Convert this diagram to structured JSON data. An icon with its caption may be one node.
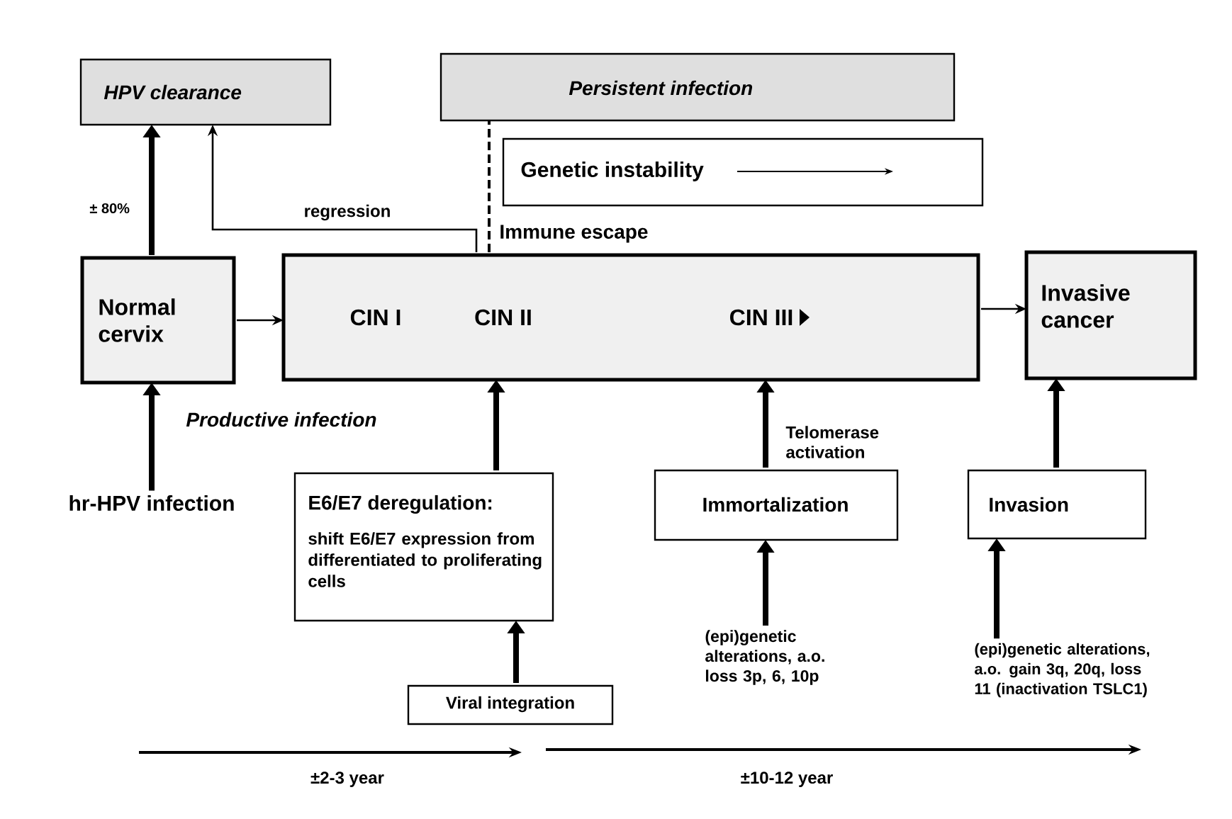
{
  "diagram": {
    "nodes": [
      {
        "text": [
          "HPV clearance"
        ]
      },
      {
        "text": [
          "Persistent infection"
        ]
      },
      {
        "text": [
          "Genetic instability"
        ]
      },
      {
        "text": [
          "Normal cervix"
        ]
      },
      {
        "text": [
          "CIN I",
          "CIN II",
          "CIN III"
        ]
      },
      {
        "text": [
          "Invasive cancer"
        ]
      },
      {
        "text": [
          "hr-HPV infection"
        ]
      },
      {
        "text": [
          "E6/E7 deregulation:",
          "shift E6/E7 expression from differentiated to proliferating cells"
        ]
      },
      {
        "text": [
          "Immortalization"
        ]
      },
      {
        "text": [
          "Invasion"
        ]
      },
      {
        "text": [
          "Viral integration"
        ]
      },
      {
        "text": [
          "(epi)genetic alterations, a.o. loss 3p, 6, 10p"
        ]
      },
      {
        "text": [
          "(epi)genetic alterations, a.o. gain 3q, 20q, loss 11 (inactivation TSLC1)"
        ]
      }
    ],
    "edges": [
      {
        "from": 3,
        "to": 0,
        "arrow": "to",
        "label": "± 80%"
      },
      {
        "from": 4,
        "to": 0,
        "arrow": "to",
        "label": "regression"
      },
      {
        "from": 4,
        "to": 1,
        "arrow": "none",
        "label": "Immune escape",
        "style": "dashed"
      },
      {
        "from": 3,
        "to": 4,
        "arrow": "to"
      },
      {
        "from": 4,
        "to": 5,
        "arrow": "to"
      },
      {
        "from": 6,
        "to": 3,
        "arrow": "to",
        "label": "Productive infection"
      },
      {
        "from": 7,
        "to": 4,
        "arrow": "to"
      },
      {
        "from": 8,
        "to": 4,
        "arrow": "to",
        "label": "Telomerase activation"
      },
      {
        "from": 9,
        "to": 5,
        "arrow": "to"
      },
      {
        "from": 10,
        "to": 7,
        "arrow": "to"
      },
      {
        "from": 11,
        "to": 8,
        "arrow": "to"
      },
      {
        "from": 12,
        "to": 9,
        "arrow": "to"
      }
    ],
    "labels": [
      "±2-3 year",
      "±10-12 year"
    ]
  }
}
